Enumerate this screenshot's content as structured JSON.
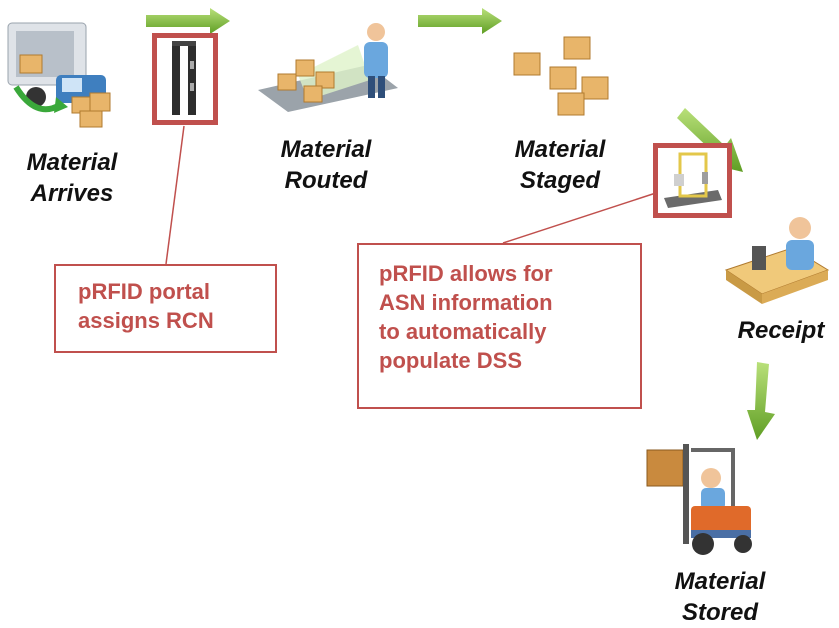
{
  "stages": {
    "arrives": {
      "label": "Material\nArrives"
    },
    "routed": {
      "label": "Material\nRouted"
    },
    "staged": {
      "label": "Material\nStaged"
    },
    "receipt": {
      "label": "Receipt"
    },
    "stored": {
      "label": "Material\nStored"
    }
  },
  "callouts": {
    "portal": {
      "text": "pRFID portal\nassigns RCN"
    },
    "asn": {
      "text": "pRFID allows for\nASN information\nto automatically\npopulate DSS"
    }
  },
  "colors": {
    "arrow_green": "#8dc63f",
    "callout_red": "#c0504d",
    "box_tan": "#e8b56a"
  }
}
